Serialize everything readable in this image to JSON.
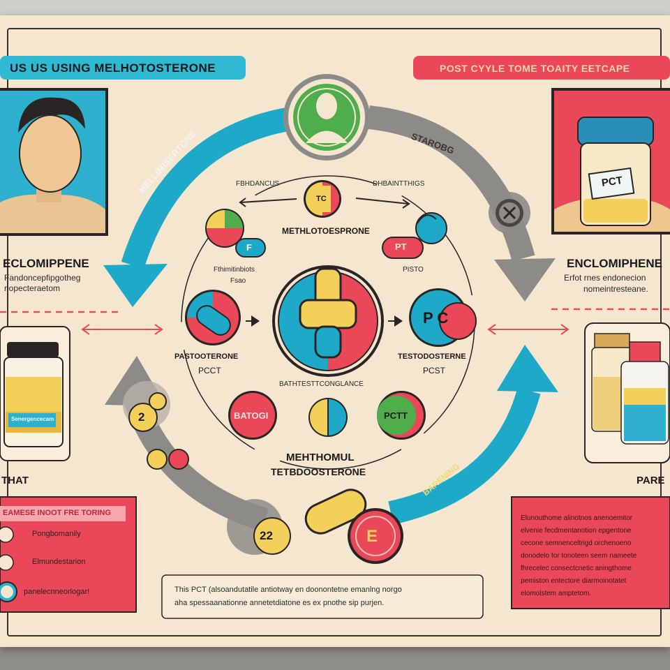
{
  "banners": {
    "left": "US US USING MELHOTOSTERONE",
    "right": "POST CYYLE TOME TOAITY EETCAPE"
  },
  "arc_labels": {
    "left": "MELLIMISERTONE",
    "top_right": "STAROBG",
    "bottom_right": "BARENING"
  },
  "top_labels": {
    "left": "FBHDANCUS",
    "right": "DHBAINTTHIGS"
  },
  "left_panel": {
    "title": "ECLOMIPPENE",
    "subtitle_line1": "Fandoncepfipgotheg",
    "subtitle_line2": "nopecteraetom",
    "bottle_label": "Senergencecam",
    "caption": "THAT"
  },
  "right_panel": {
    "title": "ENCLOMIPHENE",
    "subtitle_line1": "Erfot rnes endonecion",
    "subtitle_line2": "nomeintresteane.",
    "jar_label": "PCT",
    "caption": "PARE"
  },
  "center": {
    "top_pill_label": "TC",
    "top_title": "METHLOTOESPRONE",
    "left_small": "F",
    "right_small": "PT",
    "left_note_line1": "Fthimitinbiots",
    "left_note_line2": "Fsao",
    "right_note": "PISTO",
    "left_side_title": "PASTOOTERONE",
    "left_side_sub": "PCCT",
    "right_side_title": "TESTODOSTERNE",
    "right_side_sub": "PCST",
    "right_circle_label": "P C",
    "mid_caption": "BATHTESTTCONGLANCE",
    "bottom_left_pill": "BATOGI",
    "bottom_right_pill": "PCTT",
    "bottom_title_line1": "MEHTHOMUL",
    "bottom_title_line2": "TETBDOOSTERONE"
  },
  "numbers": {
    "left_tab": "2",
    "bottom_tab": "22",
    "bottom_capsule_letter": "E"
  },
  "bottom_left_box": {
    "title": "EAMESE INOOT FRE TORING",
    "items": [
      "Pongbomanily",
      "Elmundestarion",
      "panelecnneorlogar!"
    ]
  },
  "bottom_center_note": {
    "line1": "This PCT (alsoandutatile antiotway en doonontetne emanlng norgo",
    "line2": "aha spessaanationne annetetdiatone es ex pnothe sip purjen."
  },
  "bottom_right_box": {
    "lines": [
      "Elunouthome alinotnos anenoemitor",
      "elvenie fecdmentanotion epgentone",
      "cecone semnenceltrigd orchenoeno",
      "donodelo for tonoteen seem nameete",
      "fhrecelec consectcnetic aningthome",
      "pemiston entectore diarmoinotatet",
      "elomolstem amptetom."
    ]
  },
  "colors": {
    "teal": "#1ea9c8",
    "red": "#ea4858",
    "yellow": "#f2d05a",
    "green": "#4fae4b",
    "gray_arrow": "#8d8b88",
    "cream": "#f4e6cf",
    "dark": "#2a2524"
  }
}
